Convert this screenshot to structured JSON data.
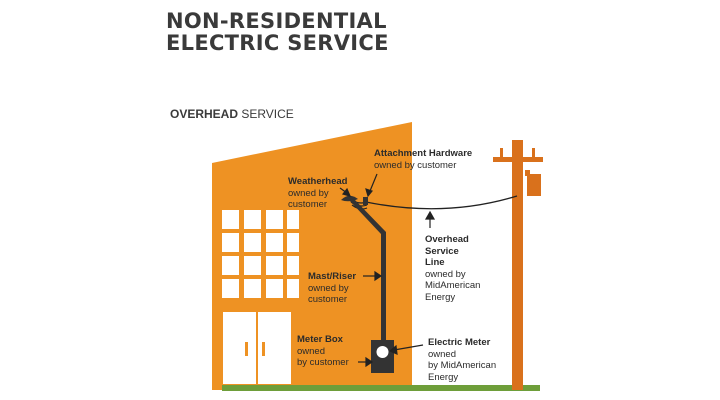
{
  "title": {
    "line1": "NON-RESIDENTIAL",
    "line2": "ELECTRIC SERVICE"
  },
  "subtitle": {
    "bold": "OVERHEAD",
    "rest": " SERVICE"
  },
  "labels": {
    "attachment": {
      "name": "Attachment Hardware",
      "owner": "owned by customer"
    },
    "weatherhead": {
      "name": "Weatherhead",
      "owner_l1": "owned by",
      "owner_l2": "customer"
    },
    "overhead_line": {
      "name_l1": "Overhead",
      "name_l2": "Service",
      "name_l3": "Line",
      "owner_l1": "owned by",
      "owner_l2": "MidAmerican",
      "owner_l3": "Energy"
    },
    "mast": {
      "name": "Mast/Riser",
      "owner_l1": "owned by",
      "owner_l2": "customer"
    },
    "meter_box": {
      "name": "Meter Box",
      "owner_l1": "owned",
      "owner_l2": "by customer"
    },
    "meter": {
      "name": "Electric Meter",
      "owner_l1": "owned",
      "owner_l2": "by MidAmerican",
      "owner_l3": "Energy"
    }
  },
  "colors": {
    "building": "#ee9223",
    "ground": "#6e9e3a",
    "pole": "#d9711c",
    "window_pane": "#ffffff",
    "mast": "#333333",
    "text": "#2b2b2b"
  }
}
